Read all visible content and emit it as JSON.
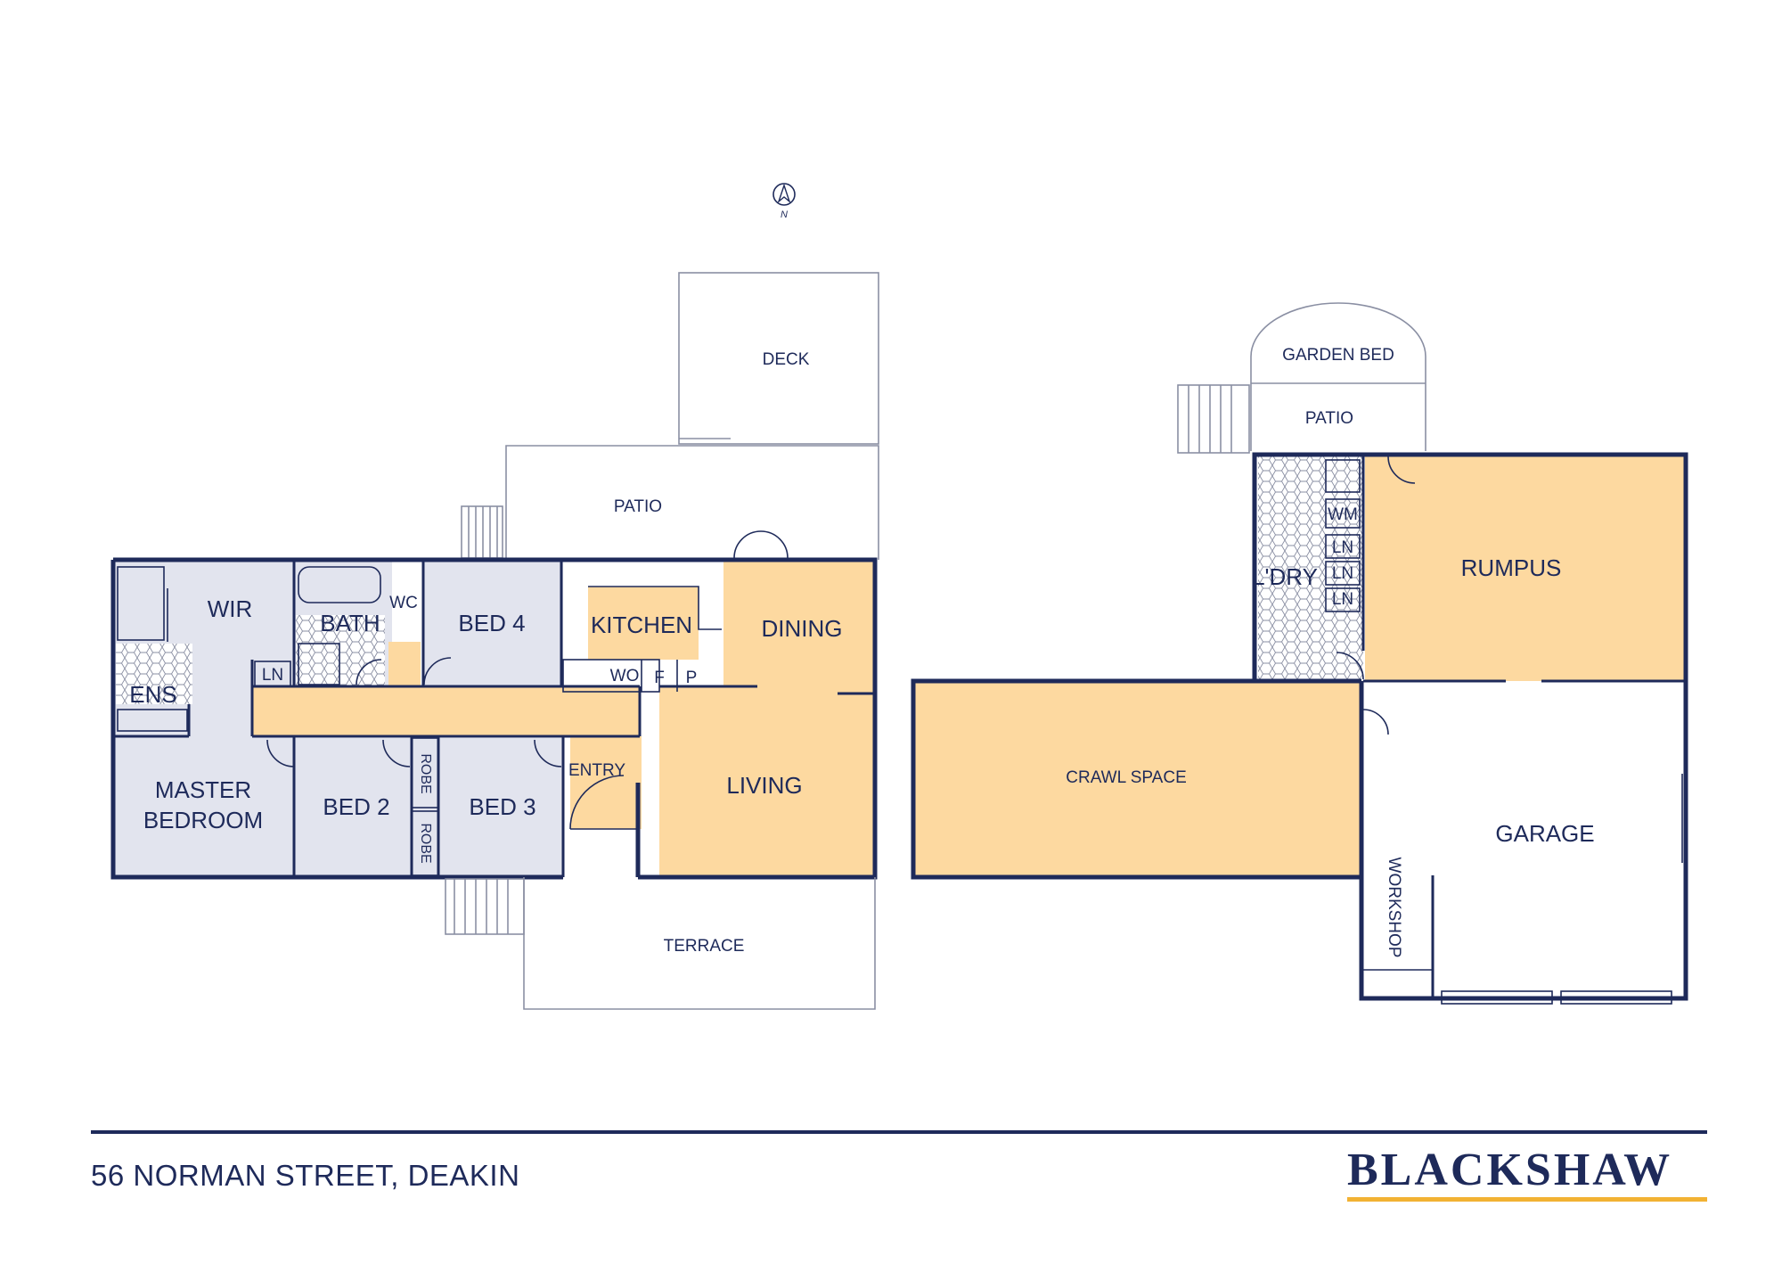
{
  "compass": {
    "label": "N"
  },
  "ground_floor": {
    "rooms": {
      "deck": "DECK",
      "patio": "PATIO",
      "wir": "WIR",
      "bath": "BATH",
      "wc": "WC",
      "bed4": "BED 4",
      "kitchen": "KITCHEN",
      "dining": "DINING",
      "ens": "ENS",
      "ln": "LN",
      "wo": "WO",
      "f": "F",
      "p": "P",
      "master_line1": "MASTER",
      "master_line2": "BEDROOM",
      "bed2": "BED 2",
      "robe1": "ROBE",
      "robe2": "ROBE",
      "bed3": "BED 3",
      "entry": "ENTRY",
      "living": "LIVING",
      "terrace": "TERRACE"
    }
  },
  "lower_floor": {
    "rooms": {
      "garden_bed": "GARDEN BED",
      "patio": "PATIO",
      "wm": "WM",
      "ln1": "LN",
      "ln2": "LN",
      "ln3": "LN",
      "ldry": "L'DRY",
      "rumpus": "RUMPUS",
      "crawl_space": "CRAWL SPACE",
      "garage": "GARAGE",
      "workshop": "WORKSHOP"
    }
  },
  "footer": {
    "address": "56 NORMAN STREET, DEAKIN",
    "brand": "BLACKSHAW"
  },
  "colors": {
    "wall": "#1e2a5a",
    "bedroom_fill": "#e2e4ee",
    "living_fill": "#fdd9a0",
    "brand_accent": "#f2b233"
  }
}
